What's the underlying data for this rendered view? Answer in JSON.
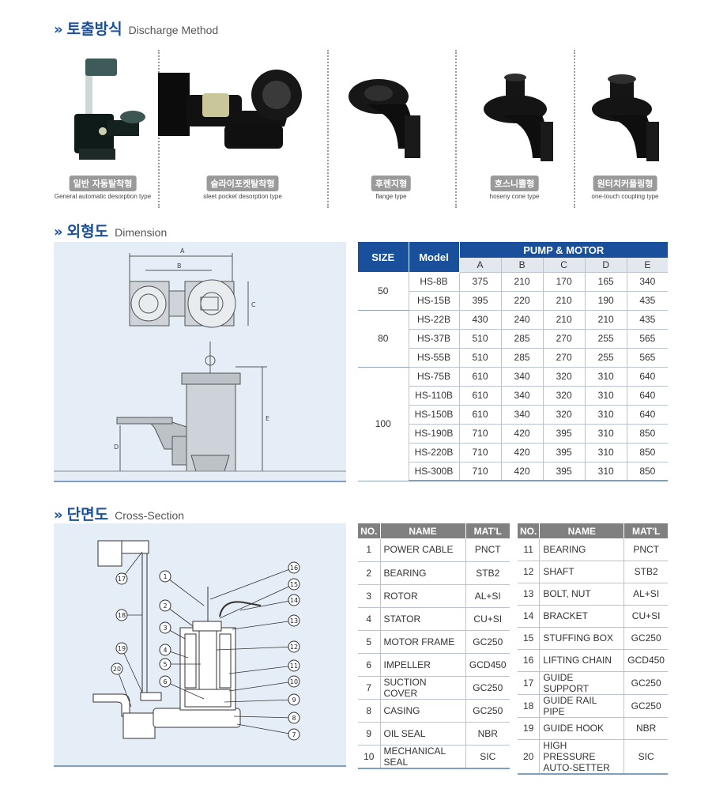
{
  "sections": {
    "discharge": {
      "chevron": "»",
      "ko": "토출방식",
      "en": "Discharge Method"
    },
    "dimension": {
      "chevron": "»",
      "ko": "외형도",
      "en": "Dimension"
    },
    "cross": {
      "chevron": "»",
      "ko": "단면도",
      "en": "Cross-Section"
    }
  },
  "methods": [
    {
      "ko": "일반 자동탈착형",
      "en": "General automatic desorption type"
    },
    {
      "ko": "슬라이포켓탈착형",
      "en": "sleet pocket desorption type"
    },
    {
      "ko": "후렌지형",
      "en": "flange type"
    },
    {
      "ko": "호스니쁠형",
      "en": "hoseny cone type"
    },
    {
      "ko": "원터치커플링형",
      "en": "one-touch coupling type"
    }
  ],
  "drawing_labels": {
    "a": "A",
    "b": "B",
    "c": "C",
    "d": "D",
    "e": "E"
  },
  "dimension_table": {
    "size_header": "SIZE",
    "model_header": "Model",
    "group_header": "PUMP & MOTOR",
    "columns": [
      "A",
      "B",
      "C",
      "D",
      "E"
    ],
    "groups": [
      {
        "size": "50",
        "rows": [
          {
            "model": "HS-8B",
            "vals": [
              "375",
              "210",
              "170",
              "165",
              "340"
            ]
          },
          {
            "model": "HS-15B",
            "vals": [
              "395",
              "220",
              "210",
              "190",
              "435"
            ]
          }
        ]
      },
      {
        "size": "80",
        "rows": [
          {
            "model": "HS-22B",
            "vals": [
              "430",
              "240",
              "210",
              "210",
              "435"
            ]
          },
          {
            "model": "HS-37B",
            "vals": [
              "510",
              "285",
              "270",
              "255",
              "565"
            ]
          },
          {
            "model": "HS-55B",
            "vals": [
              "510",
              "285",
              "270",
              "255",
              "565"
            ]
          }
        ]
      },
      {
        "size": "100",
        "rows": [
          {
            "model": "HS-75B",
            "vals": [
              "610",
              "340",
              "320",
              "310",
              "640"
            ]
          },
          {
            "model": "HS-110B",
            "vals": [
              "610",
              "340",
              "320",
              "310",
              "640"
            ]
          },
          {
            "model": "HS-150B",
            "vals": [
              "610",
              "340",
              "320",
              "310",
              "640"
            ]
          },
          {
            "model": "HS-190B",
            "vals": [
              "710",
              "420",
              "395",
              "310",
              "850"
            ]
          },
          {
            "model": "HS-220B",
            "vals": [
              "710",
              "420",
              "395",
              "310",
              "850"
            ]
          },
          {
            "model": "HS-300B",
            "vals": [
              "710",
              "420",
              "395",
              "310",
              "850"
            ]
          }
        ]
      }
    ]
  },
  "parts_headers": {
    "no": "NO.",
    "name": "NAME",
    "mat": "MAT'L"
  },
  "parts_left": [
    {
      "no": "1",
      "name": "POWER CABLE",
      "mat": "PNCT"
    },
    {
      "no": "2",
      "name": "BEARING",
      "mat": "STB2"
    },
    {
      "no": "3",
      "name": "ROTOR",
      "mat": "AL+SI"
    },
    {
      "no": "4",
      "name": "STATOR",
      "mat": "CU+SI"
    },
    {
      "no": "5",
      "name": "MOTOR FRAME",
      "mat": "GC250"
    },
    {
      "no": "6",
      "name": "IMPELLER",
      "mat": "GCD450"
    },
    {
      "no": "7",
      "name": "SUCTION COVER",
      "mat": "GC250"
    },
    {
      "no": "8",
      "name": "CASING",
      "mat": "GC250"
    },
    {
      "no": "9",
      "name": "OIL SEAL",
      "mat": "NBR"
    },
    {
      "no": "10",
      "name": "MECHANICAL SEAL",
      "mat": "SIC"
    }
  ],
  "parts_right": [
    {
      "no": "11",
      "name": "BEARING",
      "mat": "PNCT"
    },
    {
      "no": "12",
      "name": "SHAFT",
      "mat": "STB2"
    },
    {
      "no": "13",
      "name": "BOLT, NUT",
      "mat": "AL+SI"
    },
    {
      "no": "14",
      "name": "BRACKET",
      "mat": "CU+SI"
    },
    {
      "no": "15",
      "name": "STUFFING BOX",
      "mat": "GC250"
    },
    {
      "no": "16",
      "name": "LIFTING CHAIN",
      "mat": "GCD450"
    },
    {
      "no": "17",
      "name": "GUIDE SUPPORT",
      "mat": "GC250"
    },
    {
      "no": "18",
      "name": "GUIDE RAIL PIPE",
      "mat": "GC250"
    },
    {
      "no": "19",
      "name": "GUIDE HOOK",
      "mat": "NBR"
    },
    {
      "no": "20",
      "name": "HIGH PRESSURE AUTO-SETTER",
      "mat": "SIC"
    }
  ],
  "colors": {
    "accent": "#1a4f9c",
    "header_gray": "#808080",
    "panel_bg": "#e5eef6"
  }
}
